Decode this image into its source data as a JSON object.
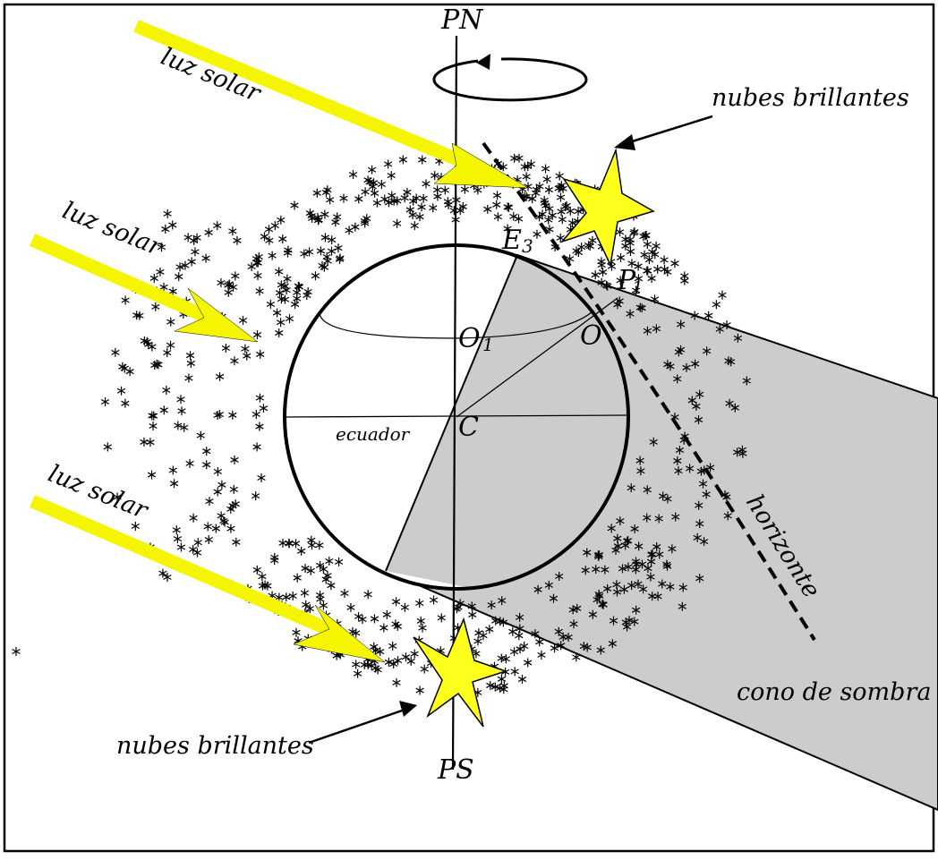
{
  "labels": {
    "pole_north": "PN",
    "pole_south": "PS",
    "sunlight_1": "luz solar",
    "sunlight_2": "luz solar",
    "sunlight_3": "luz solar",
    "bright_clouds_1": "nubes brillantes",
    "bright_clouds_2": "nubes brillantes",
    "equator": "ecuador",
    "center": "C",
    "point_o1_letter": "O",
    "point_o1_sub": "1",
    "point_o": "O",
    "point_e3_letter": "E",
    "point_e3_sub": "3",
    "point_p1_letter": "P",
    "point_p1_sub": "1",
    "horizon": "horizonte",
    "shadow_cone": "cono de sombra"
  },
  "colors": {
    "sunlight": "#f5f500",
    "star_fill": "#ffff1e",
    "shadow": "#cccccc",
    "ink": "#000000",
    "background": "#ffffff"
  }
}
